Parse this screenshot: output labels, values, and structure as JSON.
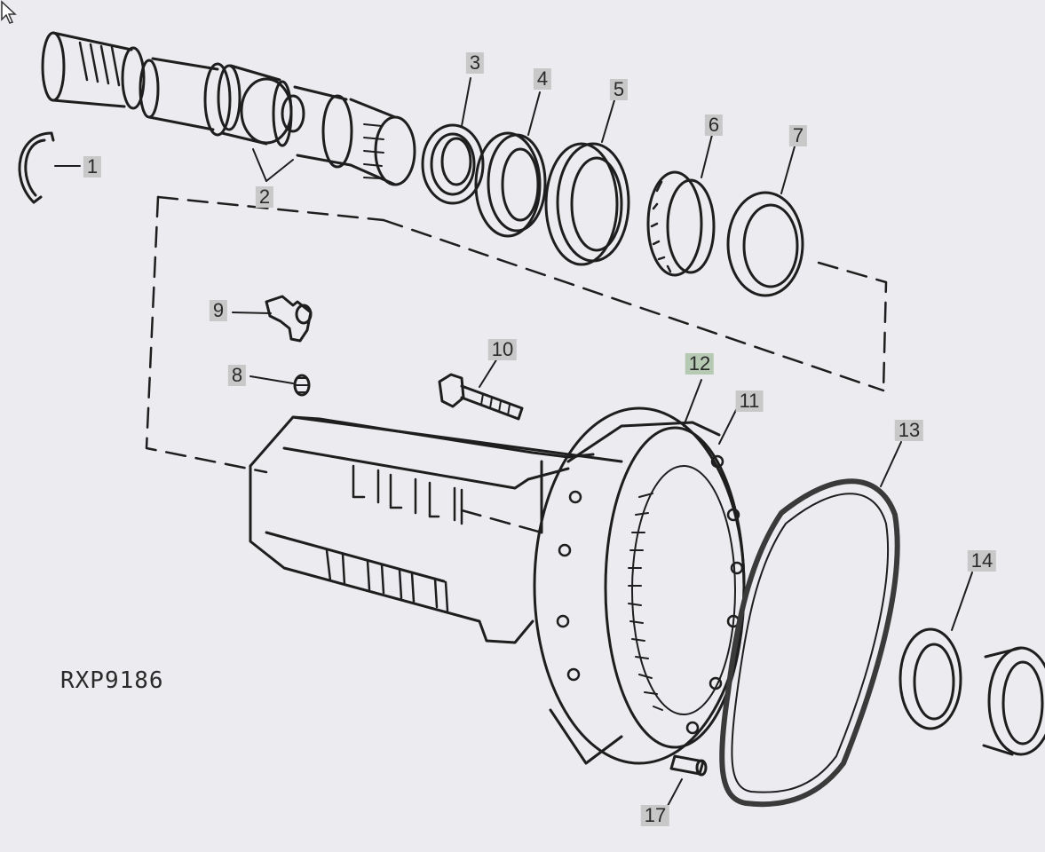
{
  "diagram": {
    "figure_code": "RXP9186",
    "callouts": [
      "1",
      "2",
      "3",
      "4",
      "5",
      "6",
      "7",
      "8",
      "9",
      "10",
      "11",
      "12",
      "13",
      "14",
      "17"
    ]
  }
}
